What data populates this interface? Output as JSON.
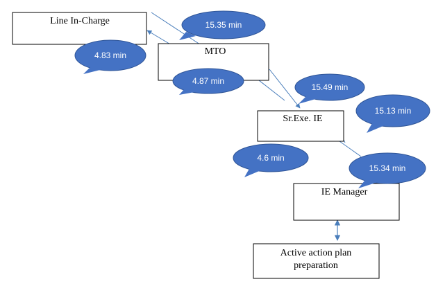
{
  "nodes": {
    "line_in_charge": "Line In-Charge",
    "mto": "MTO",
    "sr_exe_ie": "Sr.Exe. IE",
    "ie_manager": "IE Manager",
    "action_plan_line1": "Active action plan",
    "action_plan_line2": "preparation"
  },
  "times": {
    "t1": "15.35 min",
    "t2": "4.83 min",
    "t3": "4.87 min",
    "t4": "15.49 min",
    "t5": "15.13 min",
    "t6": "4.6 min",
    "t7": "15.34 min"
  },
  "colors": {
    "bubble_fill": "#4472c4",
    "bubble_stroke": "#2f5597",
    "arrow": "#4a7ebb",
    "box_stroke": "#000000"
  }
}
